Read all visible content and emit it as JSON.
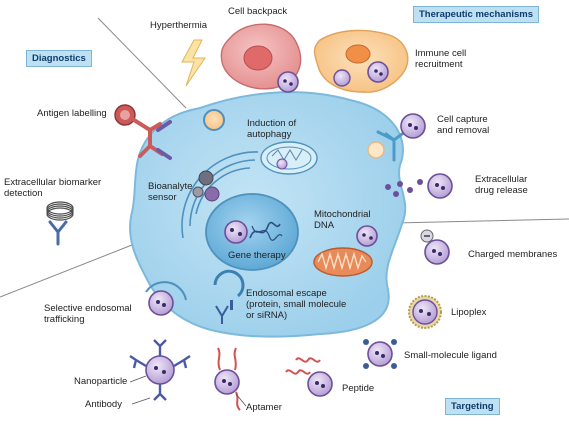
{
  "headers": {
    "diagnostics": "Diagnostics",
    "therapeutic": "Therapeutic mechanisms",
    "targeting": "Targeting"
  },
  "labels": {
    "hyperthermia": "Hyperthermia",
    "cell_backpack": "Cell backpack",
    "immune_cell_recruitment": "Immune cell\nrecruitment",
    "antigen_labelling": "Antigen labelling",
    "induction_autophagy": "Induction of\nautophagy",
    "cell_capture": "Cell capture\nand removal",
    "extracellular_biomarker": "Extracellular biomarker\ndetection",
    "bioanalyte_sensor": "Bioanalyte\nsensor",
    "extracellular_drug_release": "Extracellular\ndrug release",
    "mitochondrial_dna": "Mitochondrial\nDNA",
    "gene_therapy": "Gene therapy",
    "charged_membranes": "Charged membranes",
    "selective_endosomal": "Selective endosomal\ntrafficking",
    "endosomal_escape": "Endosomal escape\n(protein, small molecule\nor siRNA)",
    "lipoplex": "Lipoplex",
    "small_molecule_ligand": "Small-molecule ligand",
    "nanoparticle": "Nanoparticle",
    "peptide": "Peptide",
    "antibody": "Antibody",
    "aptamer": "Aptamer"
  },
  "colors": {
    "cell_fill": "#a9d6ee",
    "cell_stroke": "#7db9dc",
    "nucleus_fill": "#7fc0e4",
    "nanoparticle_fill": "#cdb8e2",
    "nanoparticle_stroke": "#6c4f99",
    "header_fill": "#bfe0f2",
    "header_text": "#0d3d6b"
  }
}
